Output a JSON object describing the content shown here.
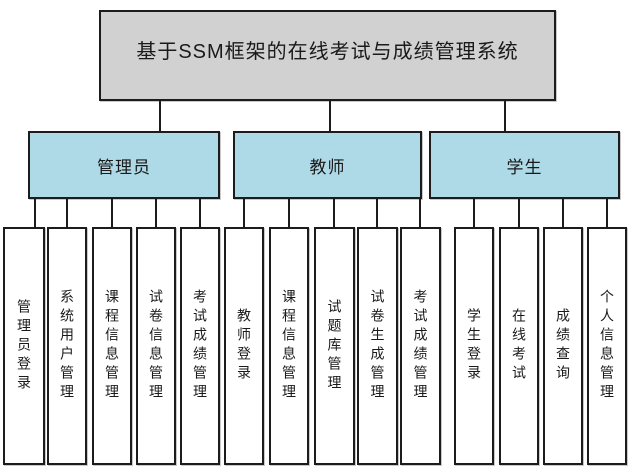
{
  "title": "基于SSM框架的在线考试与成绩管理系统",
  "colors": {
    "root_fill": "#d1d1d1",
    "branch_fill": "#aed9e6",
    "leaf_fill": "#ffffff",
    "border": "#1c1c1c",
    "text": "#1a1a1a",
    "background": "#ffffff"
  },
  "branches": [
    {
      "label": "管理员",
      "children": [
        "管理员登录",
        "系统用户管理",
        "课程信息管理",
        "试卷信息管理",
        "考试成绩管理"
      ]
    },
    {
      "label": "教师",
      "children": [
        "教师登录",
        "课程信息管理",
        "试题库管理",
        "试卷生成管理",
        "考试成绩管理"
      ]
    },
    {
      "label": "学生",
      "children": [
        "学生登录",
        "在线考试",
        "成绩查询",
        "个人信息管理"
      ]
    }
  ]
}
